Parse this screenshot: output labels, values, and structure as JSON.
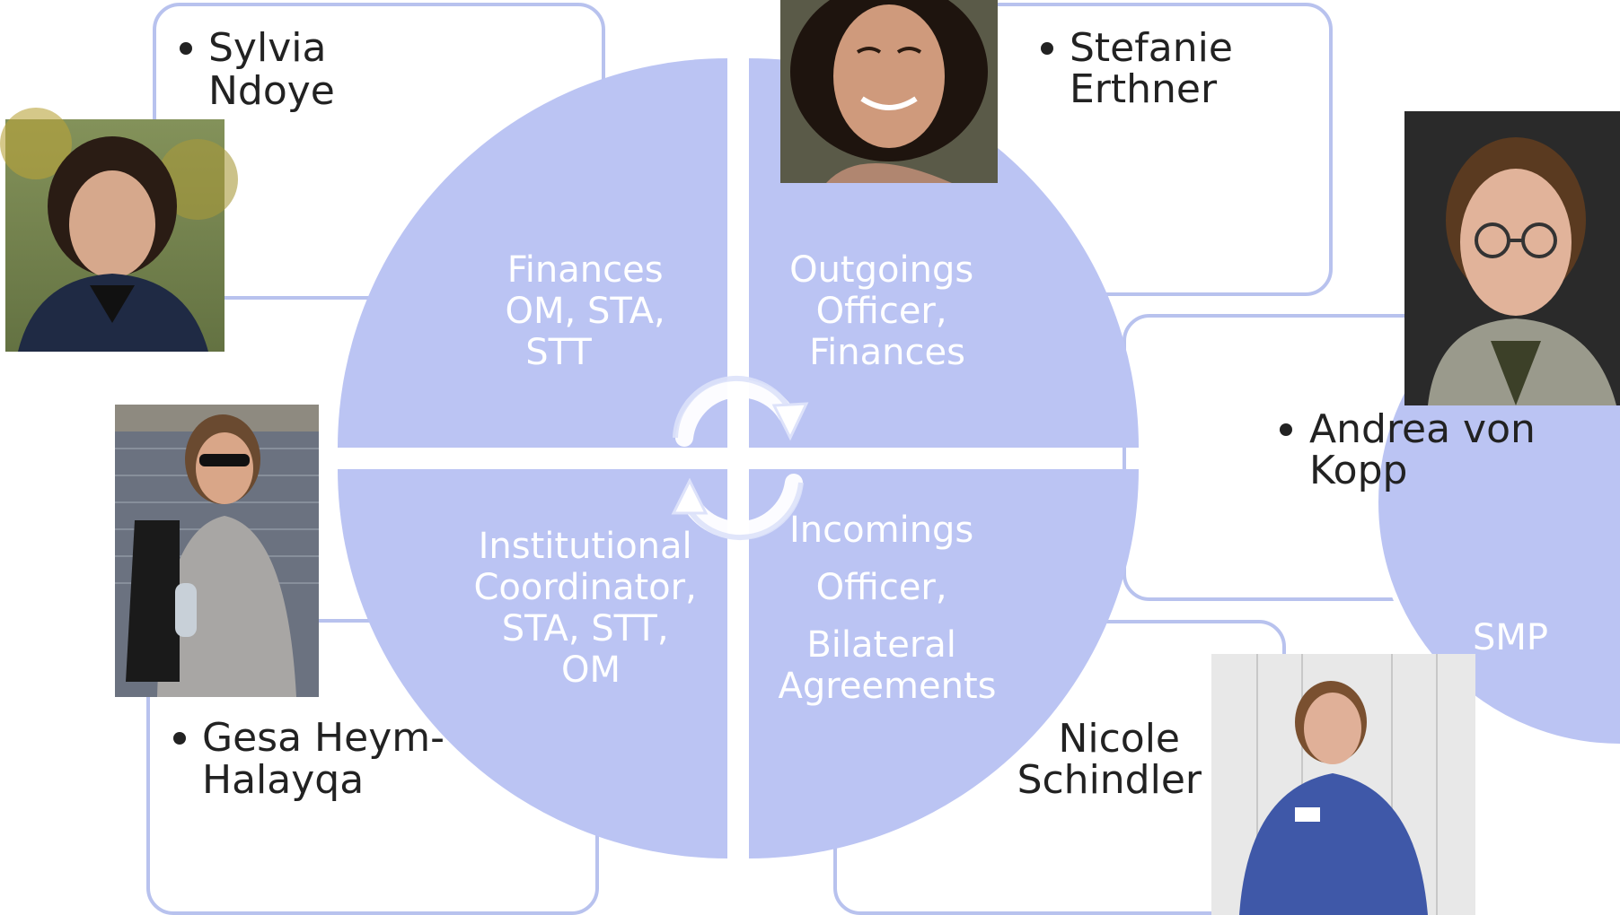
{
  "colors": {
    "quadrant_fill": "#bbc4f3",
    "box_stroke": "#b8c2ee",
    "box_fill": "#ffffff",
    "text_light": "#ffffff",
    "text_dark": "#222222"
  },
  "quadrants": [
    {
      "id": "top-left",
      "lines": [
        "Finances",
        "OM, STA,",
        "STT"
      ]
    },
    {
      "id": "top-right",
      "lines": [
        "Outgoings",
        "Officer,",
        "Finances"
      ]
    },
    {
      "id": "bottom-left",
      "lines": [
        "Institutional",
        "Coordinator,",
        "STA, STT,",
        "OM"
      ]
    },
    {
      "id": "bottom-right",
      "lines": [
        "Incomings",
        "Officer,",
        "Bilateral",
        "Agreements"
      ]
    },
    {
      "id": "smp",
      "lines": [
        "SMP"
      ]
    }
  ],
  "people": [
    {
      "id": "sylvia",
      "bullet": true,
      "lines": [
        "Sylvia",
        "Ndoye"
      ],
      "photo_icon": "portrait-photo-icon"
    },
    {
      "id": "stefanie",
      "bullet": true,
      "lines": [
        "Stefanie",
        "Erthner"
      ],
      "photo_icon": "portrait-photo-icon"
    },
    {
      "id": "andrea",
      "bullet": true,
      "lines": [
        "Andrea von",
        "Kopp"
      ],
      "photo_icon": "portrait-photo-icon"
    },
    {
      "id": "gesa",
      "bullet": true,
      "lines": [
        "Gesa Heym-",
        "Halayqa"
      ],
      "photo_icon": "portrait-photo-icon"
    },
    {
      "id": "nicole",
      "bullet": false,
      "lines": [
        "Nicole",
        "Schindler"
      ],
      "photo_icon": "portrait-photo-icon"
    }
  ],
  "center_icon": "cycle-arrows-icon"
}
